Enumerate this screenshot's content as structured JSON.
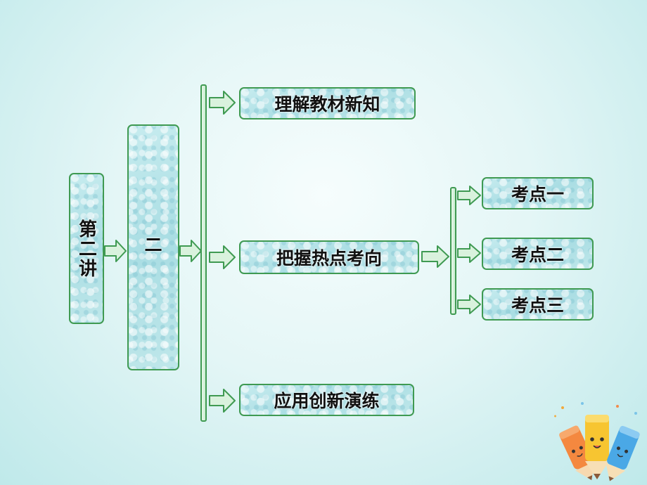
{
  "root": {
    "label": "第二讲"
  },
  "topic": {
    "label": "二"
  },
  "sections": [
    {
      "label": "理解教材新知"
    },
    {
      "label": "把握热点考向"
    },
    {
      "label": "应用创新演练"
    }
  ],
  "points": [
    {
      "label": "考点一"
    },
    {
      "label": "考点二"
    },
    {
      "label": "考点三"
    }
  ],
  "colors": {
    "border": "#3f9a52",
    "box_fill": "#b4e3e8",
    "arrow_fill": "#d9f2dd"
  }
}
